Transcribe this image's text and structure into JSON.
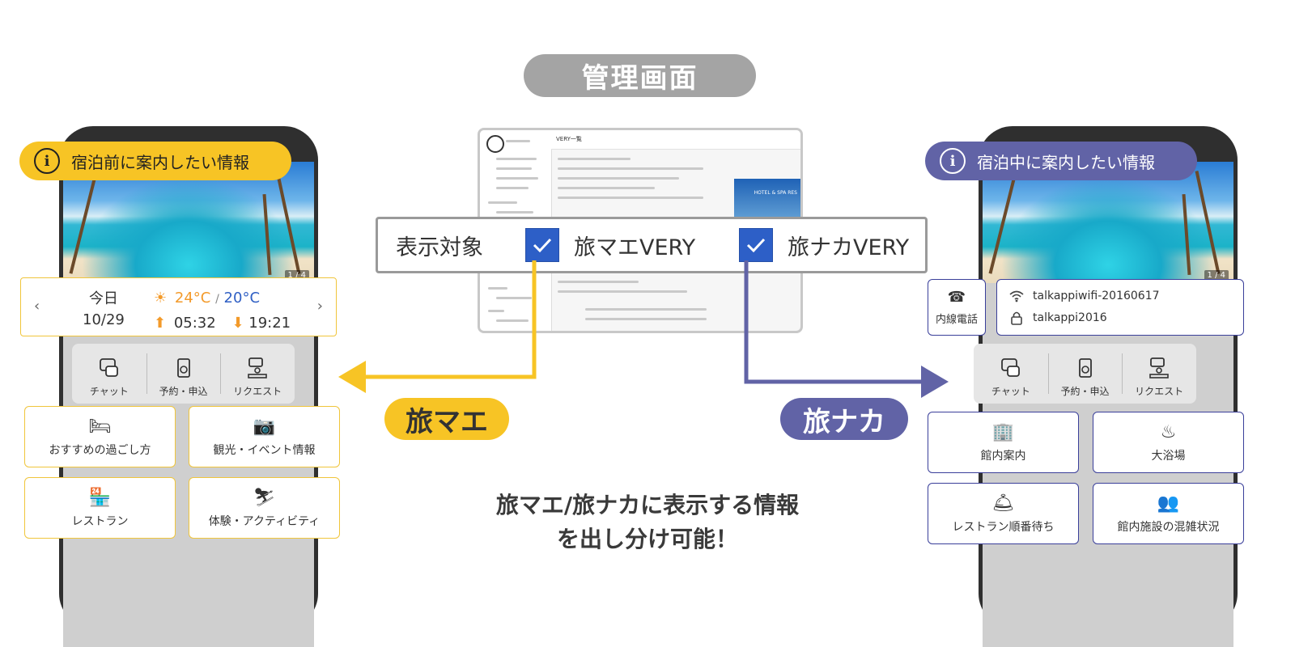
{
  "admin": {
    "title": "管理画面",
    "header_label": "VERY一覧",
    "preview_text": "HOTEL & SPA RES",
    "selector": {
      "label": "表示対象",
      "options": [
        {
          "label": "旅マエVERY",
          "checked": true
        },
        {
          "label": "旅ナカVERY",
          "checked": true
        }
      ]
    }
  },
  "badges": {
    "mae": "旅マエ",
    "naka": "旅ナカ"
  },
  "message": {
    "line1": "旅マエ/旅ナカに表示する情報",
    "line2": "を出し分け可能！"
  },
  "left_phone": {
    "label": "宿泊前に案内したい情報",
    "pager": "1 / 4",
    "weather": {
      "day": "今日",
      "date": "10/29",
      "temp_high": "24°C",
      "sep": "/",
      "temp_low": "20°C",
      "sunrise": "05:32",
      "sunset": "19:21"
    },
    "quick_nav": [
      {
        "label": "チャット",
        "icon": "chat-icon"
      },
      {
        "label": "予約・申込",
        "icon": "reservation-icon"
      },
      {
        "label": "リクエスト",
        "icon": "request-icon"
      }
    ],
    "tiles": [
      {
        "label": "おすすめの過ごし方",
        "icon": "bed-icon"
      },
      {
        "label": "観光・イベント情報",
        "icon": "camera-icon"
      },
      {
        "label": "レストラン",
        "icon": "store-icon"
      },
      {
        "label": "体験・アクティビティ",
        "icon": "ski-icon"
      }
    ]
  },
  "right_phone": {
    "label": "宿泊中に案内したい情報",
    "pager": "1 / 4",
    "tel_label": "内線電話",
    "wifi_ssid": "talkappiwifi-20160617",
    "wifi_password": "talkappi2016",
    "quick_nav": [
      {
        "label": "チャット",
        "icon": "chat-icon"
      },
      {
        "label": "予約・申込",
        "icon": "reservation-icon"
      },
      {
        "label": "リクエスト",
        "icon": "request-icon"
      }
    ],
    "tiles": [
      {
        "label": "館内案内",
        "icon": "building-icon"
      },
      {
        "label": "大浴場",
        "icon": "hot-spring-icon"
      },
      {
        "label": "レストラン順番待ち",
        "icon": "cloche-icon"
      },
      {
        "label": "館内施設の混雑状況",
        "icon": "crowd-icon"
      }
    ]
  },
  "colors": {
    "mae": "#f7c425",
    "naka": "#6163a6",
    "check": "#2d5fc7"
  }
}
